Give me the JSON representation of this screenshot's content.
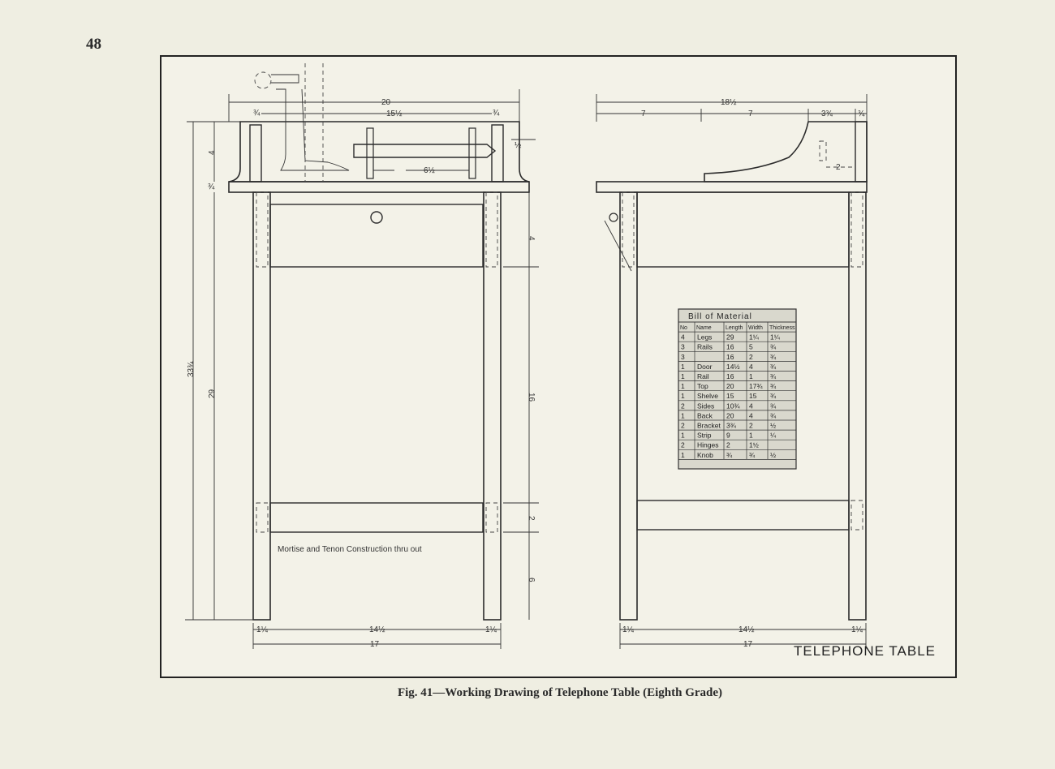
{
  "page_number": "48",
  "caption": "Fig. 41—Working Drawing of Telephone Table (Eighth Grade)",
  "title_block": "TELEPHONE TABLE",
  "note": "Mortise and Tenon Construction thru out",
  "front_view_dims": {
    "overall_width": "20",
    "rail_width": "15½",
    "end_left": "¾",
    "end_right": "¾",
    "height_back": "4",
    "top_thickness": "¾",
    "bracket_spacing": "6½",
    "side_height": "½",
    "overall_height": "33¾",
    "leg_height": "29",
    "apron": "4",
    "middle_gap": "16",
    "shelf_rail": "2",
    "bottom_gap": "6",
    "leg_left": "1¼",
    "leg_right": "1¼",
    "inner_width": "14½",
    "outer_width": "17"
  },
  "side_view_dims": {
    "overall_depth": "18½",
    "seg1": "7",
    "seg2": "7",
    "seg3": "3¾",
    "back_end": "¾",
    "bracket": "2",
    "leg_left": "1¼",
    "leg_right": "1¼",
    "inner_width": "14½",
    "outer_width": "17"
  },
  "bill_of_material": {
    "title": "Bill of Material",
    "headers": [
      "No",
      "Name",
      "Length",
      "Width",
      "Thickness"
    ],
    "rows": [
      [
        "4",
        "Legs",
        "29",
        "1¼",
        "1¼"
      ],
      [
        "3",
        "Rails",
        "16",
        "5",
        "¾"
      ],
      [
        "3",
        "",
        "16",
        "2",
        "¾"
      ],
      [
        "1",
        "Door",
        "14½",
        "4",
        "¾"
      ],
      [
        "1",
        "Rail",
        "16",
        "1",
        "¾"
      ],
      [
        "1",
        "Top",
        "20",
        "17¾",
        "¾"
      ],
      [
        "1",
        "Shelve",
        "15",
        "15",
        "¾"
      ],
      [
        "2",
        "Sides",
        "10¾",
        "4",
        "¾"
      ],
      [
        "1",
        "Back",
        "20",
        "4",
        "¾"
      ],
      [
        "2",
        "Bracket",
        "3¾",
        "2",
        "½"
      ],
      [
        "1",
        "Strip",
        "9",
        "1",
        "¼"
      ],
      [
        "2",
        "Hinges",
        "2",
        "1½",
        ""
      ],
      [
        "1",
        "Knob",
        "¾",
        "¾",
        "½"
      ]
    ]
  }
}
